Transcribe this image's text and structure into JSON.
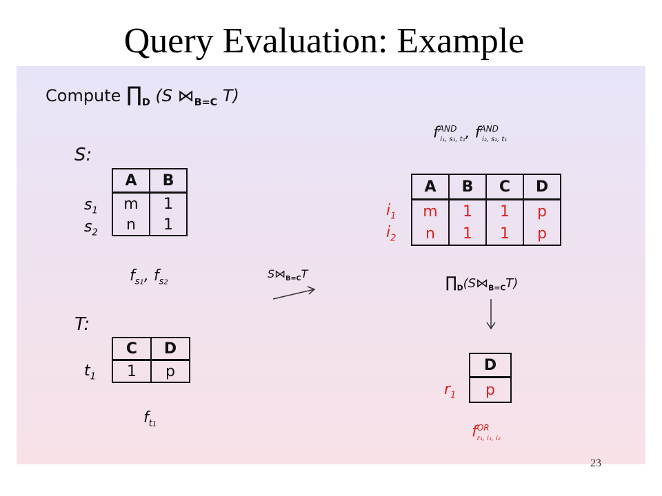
{
  "slide": {
    "title": "Query Evaluation: Example",
    "page_number": "23"
  },
  "compute": {
    "label": "Compute",
    "pi": "∏",
    "pi_sub": "D",
    "open": "(S",
    "join": "⋈",
    "join_sub": "B=C",
    "close": "T)"
  },
  "relation_s": {
    "name": "S:",
    "headers": [
      "A",
      "B"
    ],
    "rows": [
      [
        "m",
        "1"
      ],
      [
        "n",
        "1"
      ]
    ],
    "row_labels": [
      {
        "base": "s",
        "sub": "1"
      },
      {
        "base": "s",
        "sub": "2"
      }
    ],
    "formula": {
      "f": "f",
      "sub1": "s",
      "sub1b": "1",
      "sep": ", ",
      "sub2": "s",
      "sub2b": "2"
    }
  },
  "relation_t": {
    "name": "T:",
    "headers": [
      "C",
      "D"
    ],
    "rows": [
      [
        "1",
        "p"
      ]
    ],
    "row_labels": [
      {
        "base": "t",
        "sub": "1"
      }
    ],
    "formula": {
      "f": "f",
      "sub": "t",
      "subb": "1"
    }
  },
  "join_step": {
    "label_s": "S",
    "join": "⋈",
    "join_sub": "B=C",
    "label_t": "T"
  },
  "joined": {
    "formula": {
      "f1": "f",
      "sup1": "AND",
      "sub1": "i₁, s₁, t₁",
      "sep": ",",
      "f2": "f",
      "sup2": "AND",
      "sub2": "i₂, s₂, t₁"
    },
    "headers": [
      "A",
      "B",
      "C",
      "D"
    ],
    "rows": [
      [
        "m",
        "1",
        "1",
        "p"
      ],
      [
        "n",
        "1",
        "1",
        "p"
      ]
    ],
    "row_labels": [
      {
        "base": "i",
        "sub": "1"
      },
      {
        "base": "i",
        "sub": "2"
      }
    ]
  },
  "projection_step": {
    "pi": "∏",
    "pi_sub": "D",
    "open": "(S",
    "join": "⋈",
    "join_sub": "B=C",
    "close": "T)"
  },
  "result": {
    "headers": [
      "D"
    ],
    "rows": [
      [
        "p"
      ]
    ],
    "row_labels": [
      {
        "base": "r",
        "sub": "1"
      }
    ],
    "formula": {
      "f": "f",
      "sup": "OR",
      "sub": "r₁, i₁, i₂"
    }
  },
  "colors": {
    "accent_red": "#e0221d",
    "panel_top": "#e8e4f8",
    "panel_bottom": "#f8e2e8"
  }
}
